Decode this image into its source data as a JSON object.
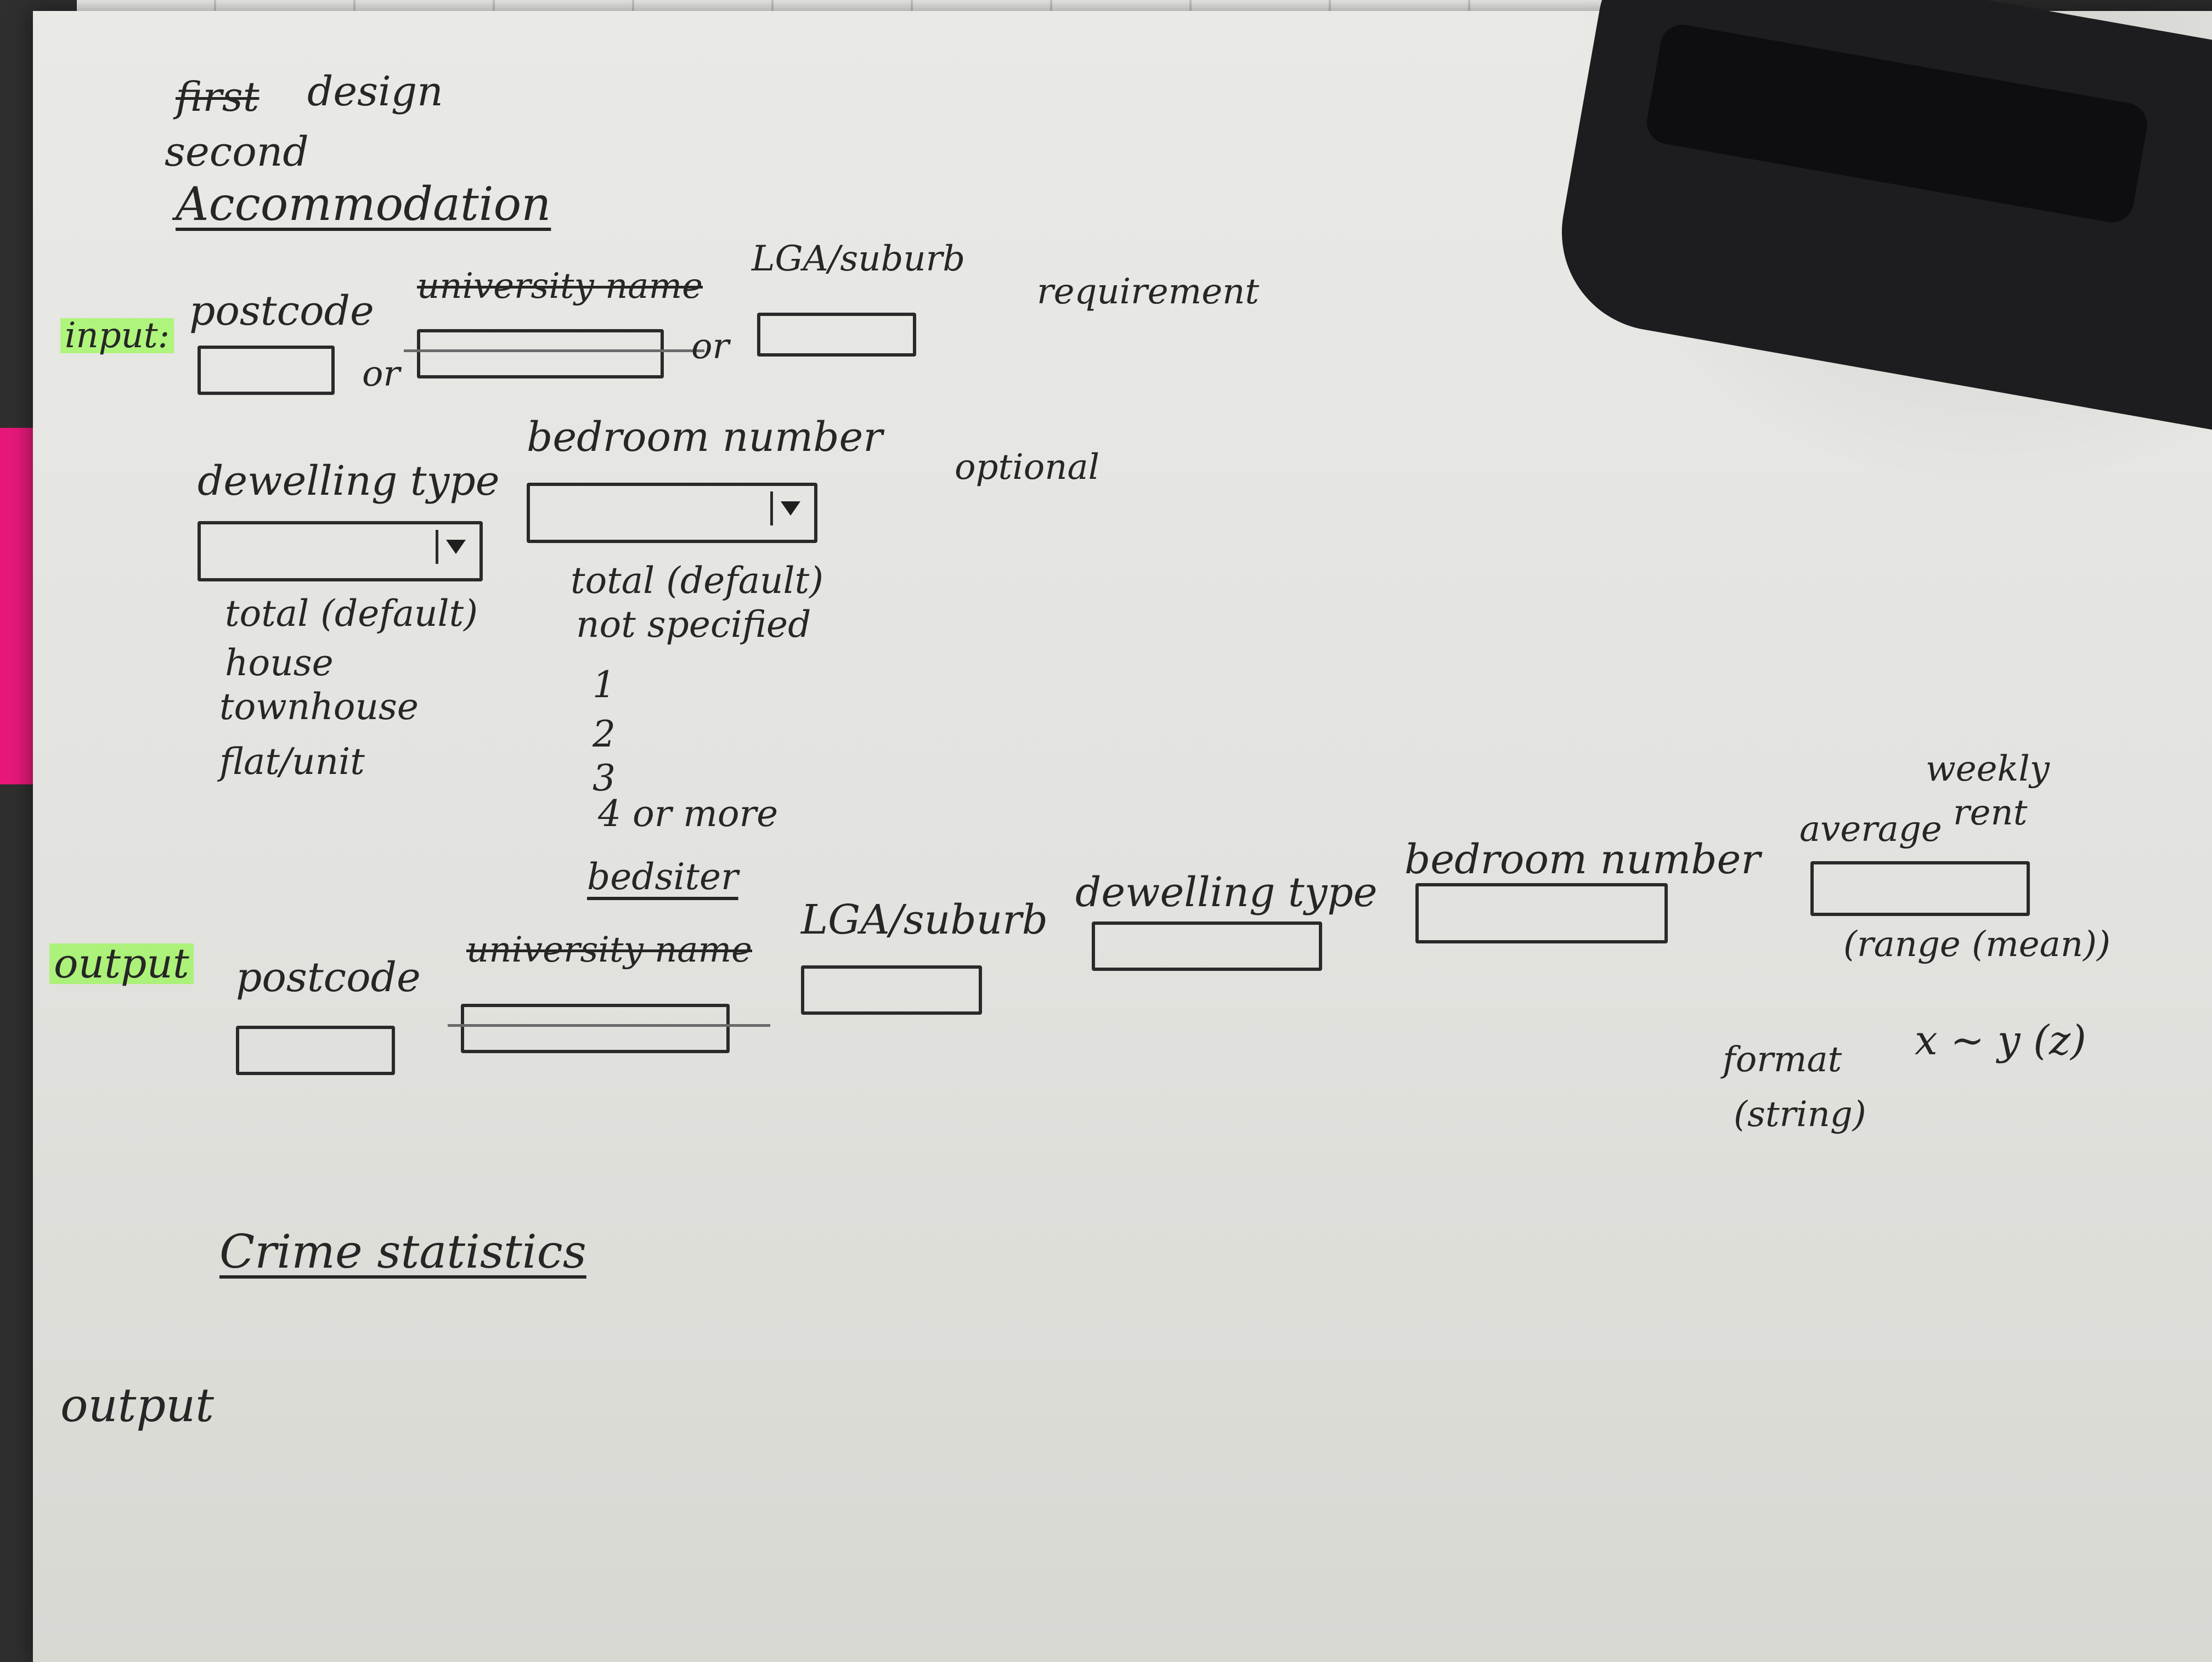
{
  "sketch": {
    "heading_strike": "first",
    "heading_word": "design",
    "heading_replacement": "second",
    "section_title": "Accommodation",
    "input": {
      "label": "input:",
      "postcode_label": "postcode",
      "university_label": "university name",
      "lga_label": "LGA/suburb",
      "or_1": "or",
      "or_2": "or",
      "requirement_label": "requirement",
      "dwelling_label": "dewelling type",
      "bedroom_label": "bedroom number",
      "optional_label": "optional",
      "dwelling_options": [
        "total (default)",
        "house",
        "townhouse",
        "flat/unit"
      ],
      "bedroom_options": [
        "total (default)",
        "not specified",
        "1",
        "2",
        "3",
        "4 or more",
        "bedsiter"
      ]
    },
    "output": {
      "label": "output",
      "postcode_label": "postcode",
      "university_label": "university name",
      "lga_label": "LGA/suburb",
      "dwelling_label": "dewelling type",
      "bedroom_label": "bedroom number",
      "rent_label_1": "average",
      "rent_label_2": "weekly",
      "rent_label_3": "rent",
      "rent_note": "(range (mean))",
      "format_label": "format",
      "format_type": "(string)",
      "format_example": "x ~ y (z)"
    },
    "crime": {
      "title": "Crime statistics",
      "output_label": "output"
    }
  }
}
